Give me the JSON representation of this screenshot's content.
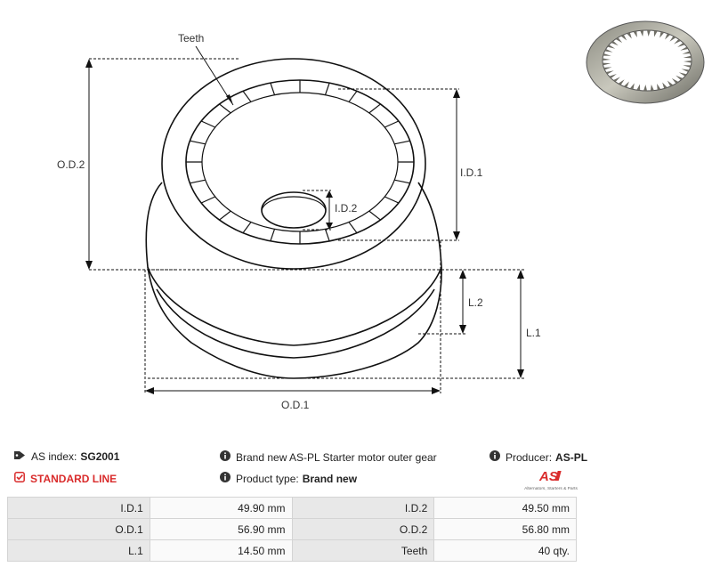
{
  "drawing": {
    "labels": {
      "teeth": "Teeth",
      "od2": "O.D.2",
      "id1": "I.D.1",
      "id2": "I.D.2",
      "l2": "L.2",
      "l1": "L.1",
      "od1": "O.D.1"
    }
  },
  "info": {
    "as_index_label": "AS index:",
    "as_index_value": "SG2001",
    "standard_line": "STANDARD LINE",
    "description": "Brand new AS-PL Starter motor outer gear",
    "product_type_label": "Product type:",
    "product_type_value": "Brand new",
    "producer_label": "Producer:",
    "producer_value": "AS-PL"
  },
  "logo": {
    "mark": "AS",
    "tagline": "Alternators, Starters & Parts"
  },
  "specs": [
    {
      "label": "I.D.1",
      "value": "49.90 mm",
      "label2": "I.D.2",
      "value2": "49.50 mm"
    },
    {
      "label": "O.D.1",
      "value": "56.90 mm",
      "label2": "O.D.2",
      "value2": "56.80 mm"
    },
    {
      "label": "L.1",
      "value": "14.50 mm",
      "label2": "Teeth",
      "value2": "40 qty."
    }
  ],
  "colors": {
    "accent": "#d92b2b",
    "label_bg": "#e8e8e8",
    "value_bg": "#fafafa"
  },
  "icons": [
    "tag-icon",
    "checkbox-icon",
    "info-icon",
    "as-pl-logo"
  ]
}
